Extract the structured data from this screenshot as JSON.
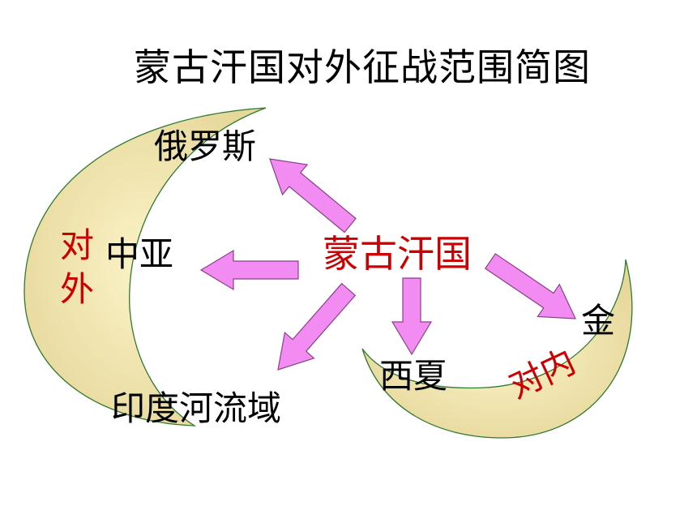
{
  "title": "蒙古汗国对外征战范围简图",
  "center": "蒙古汗国",
  "targets": {
    "russia": "俄罗斯",
    "central_asia": "中亚",
    "indus": "印度河流域",
    "xixia": "西夏",
    "jin": "金"
  },
  "scope": {
    "external": [
      "对",
      "外"
    ],
    "internal": "对内"
  },
  "colors": {
    "crescent_fill": "#fbf3c8",
    "crescent_edge": "#e6d79a",
    "crescent_stroke": "#2e7a2e",
    "arrow_fill": "#f28cf2",
    "arrow_stroke": "#8a3f8a",
    "accent_red": "#cc0000"
  }
}
